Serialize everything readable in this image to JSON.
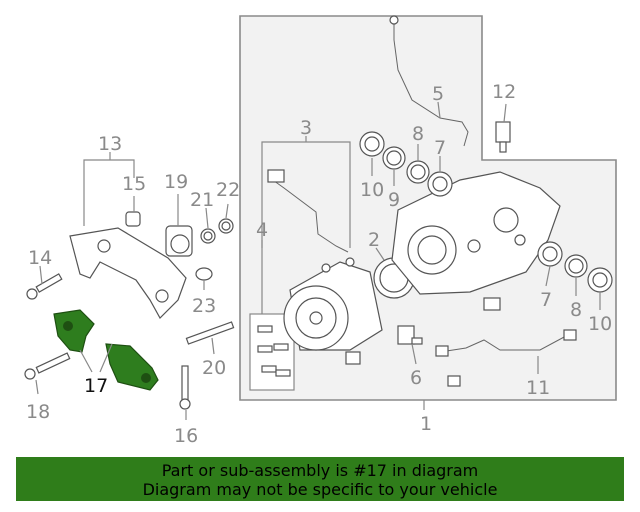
{
  "callouts": [
    "1",
    "2",
    "3",
    "4",
    "5",
    "6",
    "7",
    "7",
    "8",
    "8",
    "9",
    "10",
    "10",
    "11",
    "12",
    "13",
    "14",
    "15",
    "16",
    "17",
    "18",
    "19",
    "20",
    "21",
    "22",
    "23"
  ],
  "banner": {
    "line1": "Part or sub-assembly is #17 in diagram",
    "line2": "Diagram may not be specific to your vehicle"
  },
  "highlight_color": "#2f7d1a"
}
